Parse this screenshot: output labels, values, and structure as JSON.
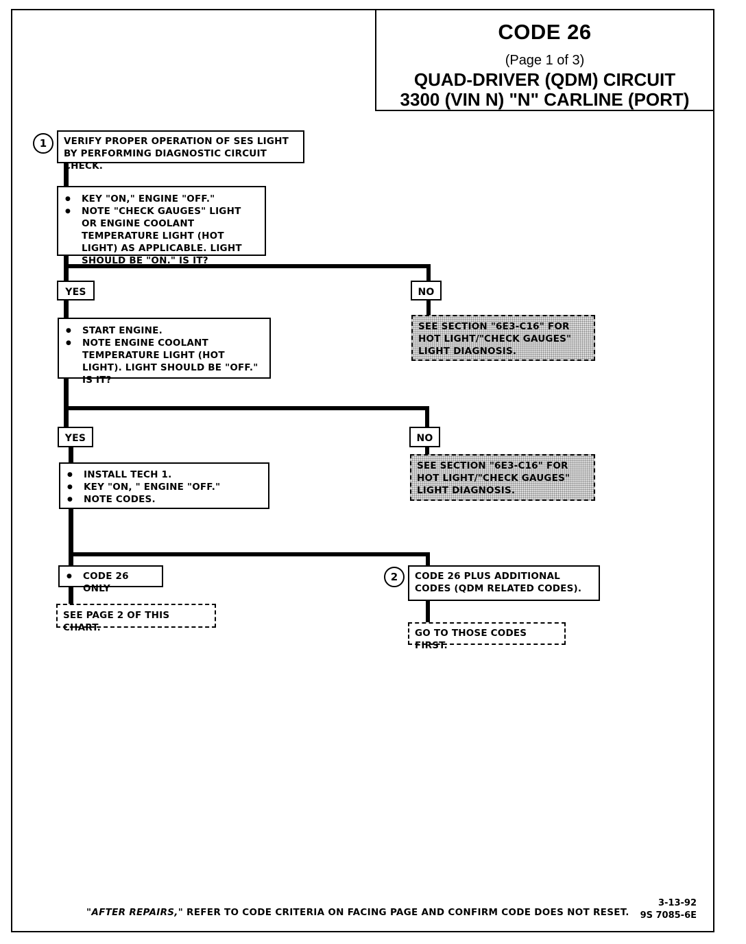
{
  "header": {
    "code": "CODE 26",
    "page": "(Page 1 of 3)",
    "circuit": "QUAD-DRIVER (QDM) CIRCUIT",
    "engine": "3300  (VIN N)  \"N\"  CARLINE  (PORT)"
  },
  "steps": {
    "step1_marker": "1",
    "step1": "VERIFY PROPER OPERATION OF SES LIGHT BY PERFORMING DIAGNOSTIC CIRCUIT CHECK.",
    "check1": [
      "KEY \"ON,\" ENGINE \"OFF.\"",
      "NOTE \"CHECK GAUGES\" LIGHT OR ENGINE COOLANT TEMPERATURE LIGHT (HOT LIGHT) AS APPLICABLE. LIGHT SHOULD BE \"ON.\"  IS IT?"
    ],
    "yes1": "YES",
    "no1": "NO",
    "no1_result": "SEE SECTION \"6E3-C16\" FOR HOT LIGHT/\"CHECK GAUGES\" LIGHT DIAGNOSIS.",
    "check2": [
      "START ENGINE.",
      "NOTE ENGINE COOLANT TEMPERATURE LIGHT (HOT LIGHT). LIGHT SHOULD BE \"OFF.\"  IS IT?"
    ],
    "yes2": "YES",
    "no2": "NO",
    "no2_result": "SEE SECTION \"6E3-C16\" FOR HOT LIGHT/\"CHECK GAUGES\" LIGHT DIAGNOSIS.",
    "check3": [
      "INSTALL TECH 1.",
      "KEY \"ON, \" ENGINE \"OFF.\"",
      "NOTE CODES."
    ],
    "branch_a": "CODE 26 ONLY",
    "branch_a_result": "SEE PAGE 2 OF THIS CHART.",
    "step2_marker": "2",
    "branch_b": "CODE 26 PLUS ADDITIONAL CODES (QDM RELATED CODES).",
    "branch_b_result": "GO TO THOSE CODES FIRST."
  },
  "footer": {
    "after_repairs": "\"AFTER REPAIRS,\"",
    "note": " REFER TO CODE CRITERIA ON FACING PAGE AND CONFIRM CODE DOES NOT RESET.",
    "date": "3-13-92",
    "doc_number": "9S 7085-6E"
  }
}
